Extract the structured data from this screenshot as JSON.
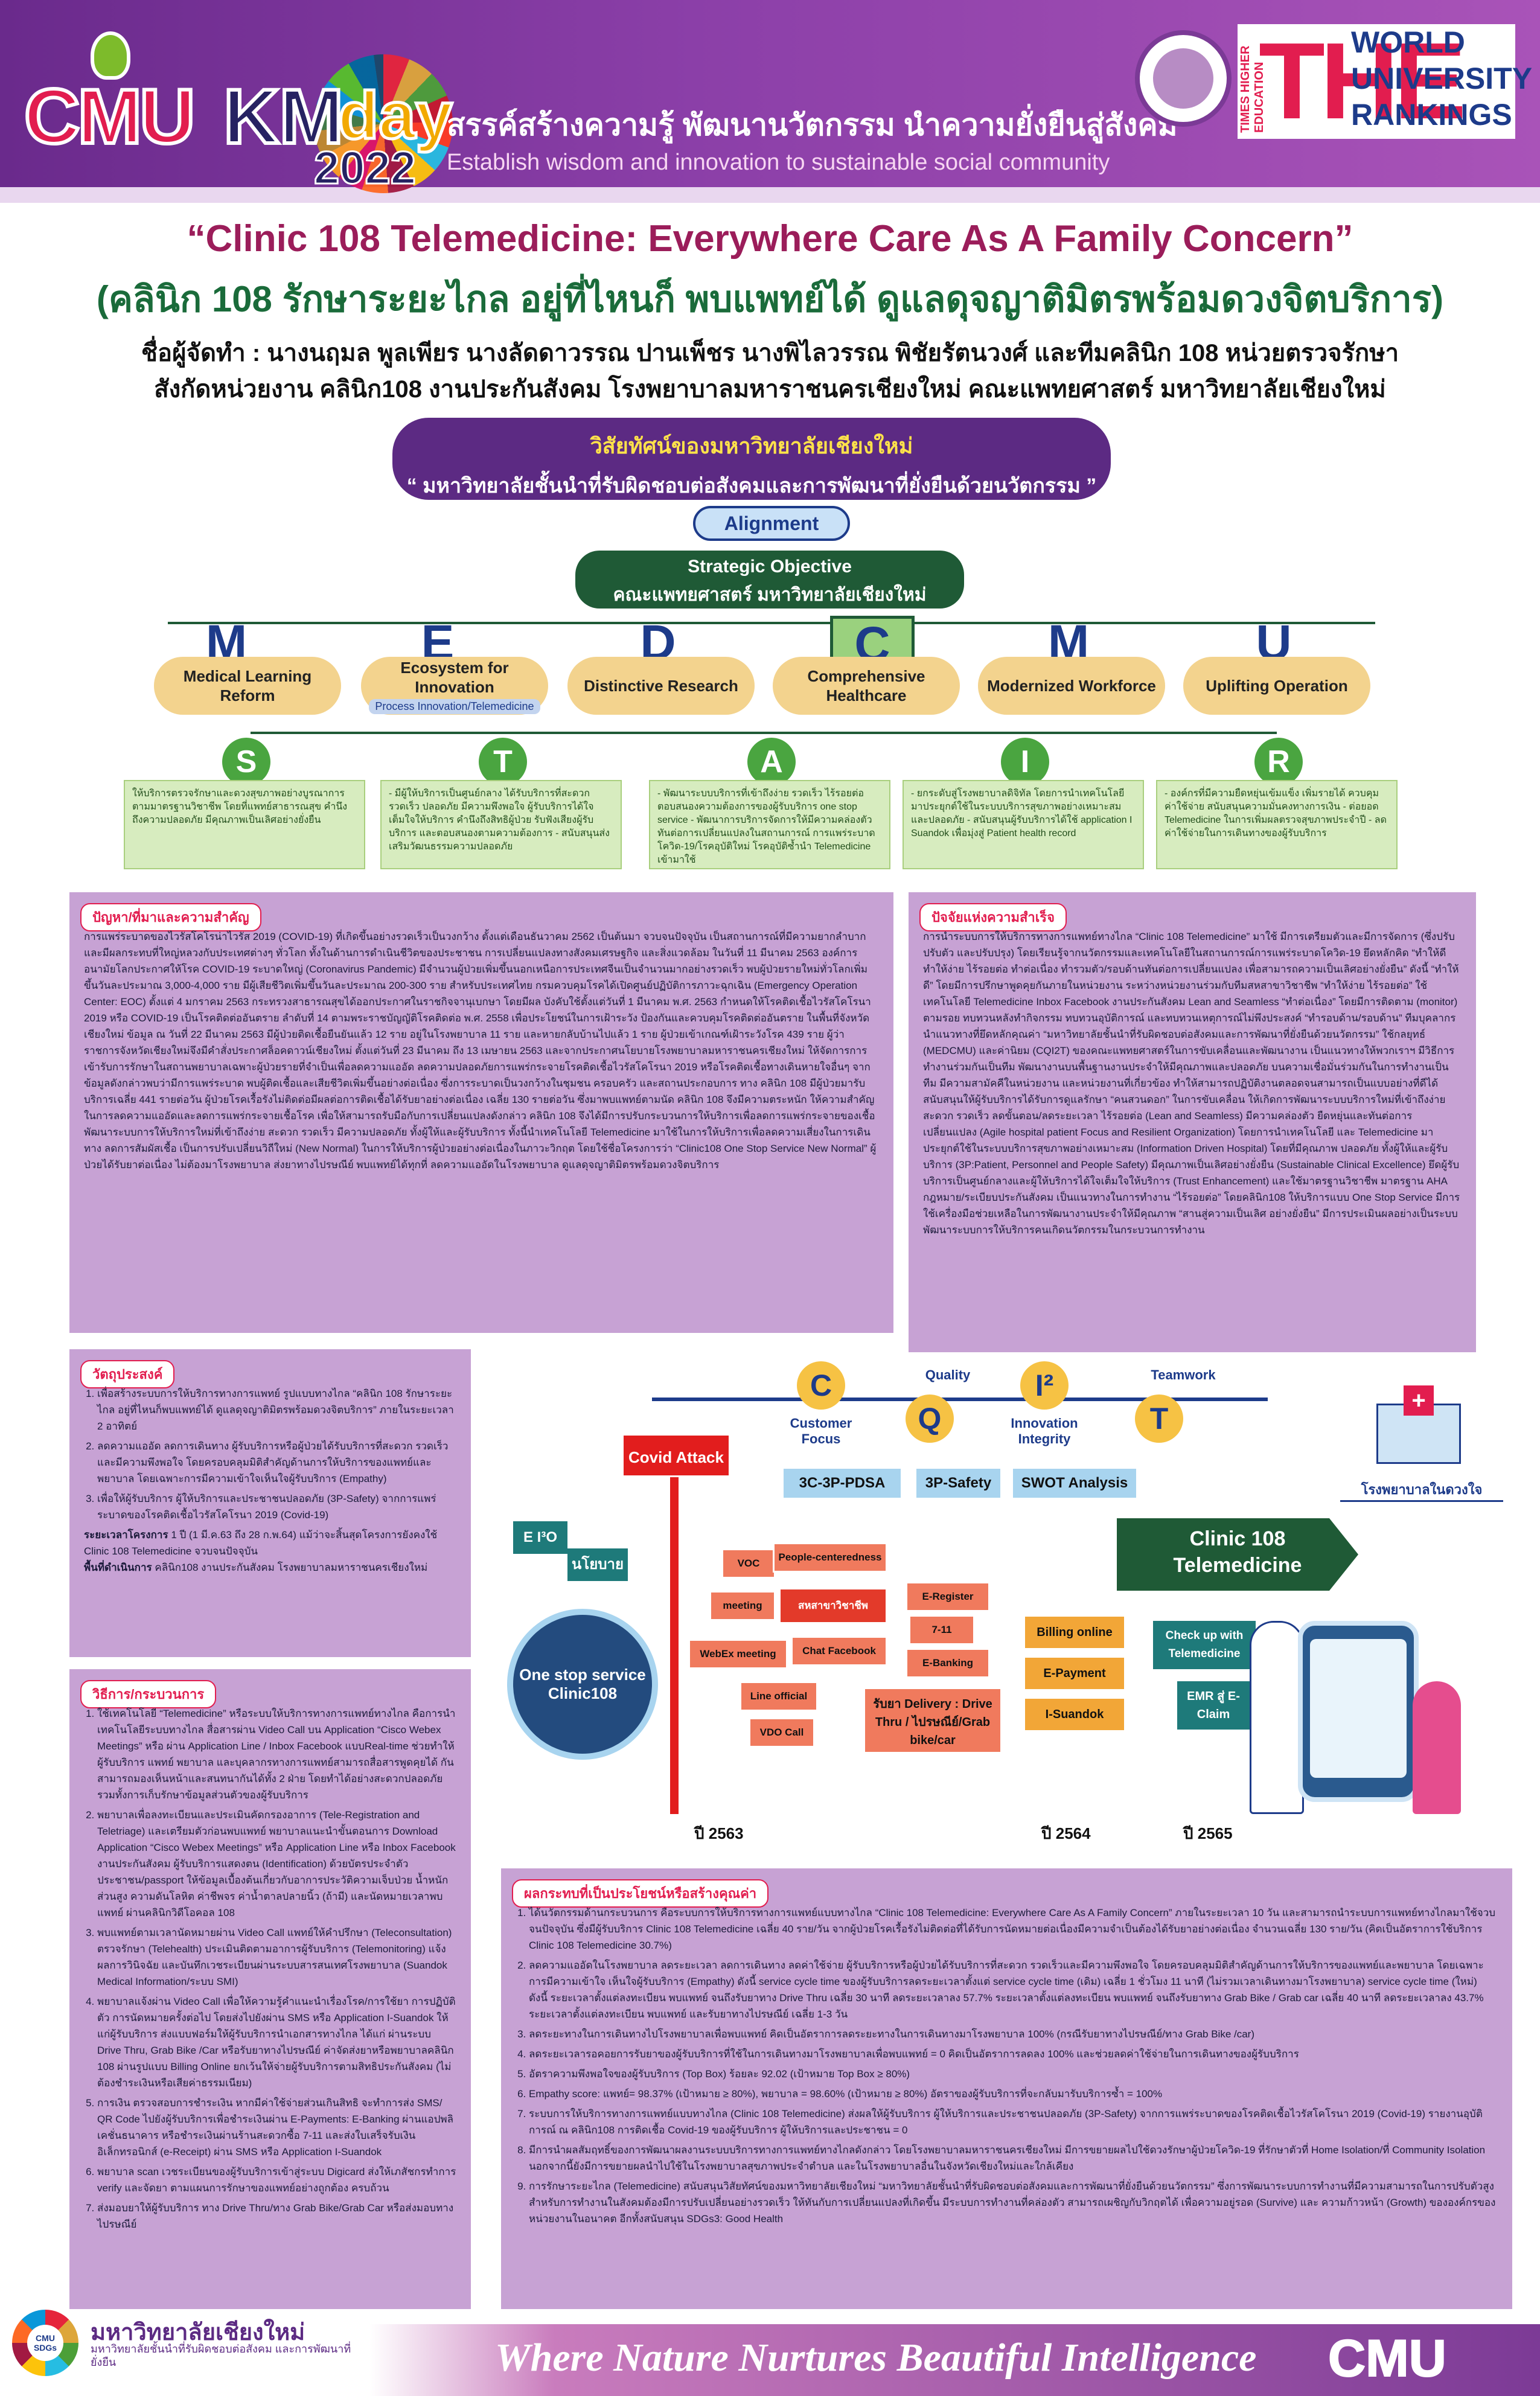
{
  "header": {
    "logo_cmu": "CMU",
    "logo_km": "KM",
    "logo_day": "day",
    "logo_year": "2022",
    "tagline_th": "สรรค์สร้างความรู้ พัฒนานวัตกรรม นำความยั่งยืนสู่สังคม",
    "tagline_en": "Establish wisdom and innovation to sustainable social community",
    "the_letters": "THE",
    "the_side": "TIMES HIGHER EDUCATION",
    "the_rank": [
      "WORLD",
      "UNIVERSITY",
      "RANKINGS"
    ]
  },
  "title": {
    "en": "“Clinic 108 Telemedicine: Everywhere Care As A Family Concern”",
    "th": "(คลินิก 108 รักษาระยะไกล อยู่ที่ไหนก็ พบแพทย์ได้ ดูแลดุจญาติมิตรพร้อมดวงจิตบริการ)",
    "authors": "ชื่อผู้จัดทำ : นางนฤมล พูลเพียร นางลัดดาวรรณ ปานเพ็ชร นางพิไลวรรณ พิชัยรัตนวงศ์ และทีมคลินิก 108 หน่วยตรวจรักษา",
    "affiliation": "สังกัดหน่วยงาน คลินิก108 งานประกันสังคม โรงพยาบาลมหาราชนครเชียงใหม่ คณะแพทยศาสตร์ มหาวิทยาลัยเชียงใหม่"
  },
  "vision": {
    "title": "วิสัยทัศน์ของมหาวิทยาลัยเชียงใหม่",
    "text": "“ มหาวิทยาลัยชั้นนำที่รับผิดชอบต่อสังคมและการพัฒนาที่ยั่งยืนด้วยนวัตกรรม ”"
  },
  "alignment": "Alignment",
  "strategic": {
    "line1": "Strategic Objective",
    "line2": "คณะแพทยศาสตร์ มหาวิทยาลัยเชียงใหม่"
  },
  "medcmu": [
    {
      "letter": "M",
      "label": "Medical  Learning Reform",
      "sub": ""
    },
    {
      "letter": "E",
      "label": "Ecosystem for Innovation",
      "sub": "Process Innovation/Telemedicine"
    },
    {
      "letter": "D",
      "label": "Distinctive Research",
      "sub": ""
    },
    {
      "letter": "C",
      "label": "Comprehensive Healthcare",
      "sub": ""
    },
    {
      "letter": "M",
      "label": "Modernized Workforce",
      "sub": ""
    },
    {
      "letter": "U",
      "label": "Uplifting Operation",
      "sub": ""
    }
  ],
  "stair": [
    {
      "letter": "S",
      "text": "ให้บริการตรวจรักษาและดวงสุขภาพอย่างบูรณาการ ตามมาตรฐานวิชาชีพ โดยที่แพทย์สาธารณสุข คำนึงถึงความปลอดภัย มีคุณภาพเป็นเลิศอย่างยั่งยืน"
    },
    {
      "letter": "T",
      "text": "- มีผู้ให้บริการเป็นศูนย์กลาง ได้รับบริการที่สะดวก รวดเร็ว ปลอดภัย มีความพึงพอใจ ผู้รับบริการได้ใจเต็มใจให้บริการ คำนึงถึงสิทธิผู้ป่วย รับฟังเสียงผู้รับบริการ และตอบสนองตามความต้องการ - สนับสนุนส่งเสริมวัฒนธรรมความปลอดภัย"
    },
    {
      "letter": "A",
      "text": "- พัฒนาระบบบริการที่เข้าถึงง่าย รวดเร็ว ไร้รอยต่อ ตอบสนองความต้องการของผู้รับบริการ one stop service - พัฒนาการบริการจัดการให้มีความคล่องตัวทันต่อการเปลี่ยนแปลงในสถานการณ์ การแพร่ระบาดโควิด-19/โรคอุบัติใหม่ โรคอุบัติซ้ำนำ Telemedicine เข้ามาใช้"
    },
    {
      "letter": "I",
      "text": "- ยกระดับสู่โรงพยาบาลดิจิทัล โดยการนำเทคโนโลยีมาประยุกต์ใช้ในระบบบริการสุขภาพอย่างเหมาะสม และปลอดภัย - สนับสนุนผู้รับบริการได้ใช้ application I Suandok เพื่อมุ่งสู่ Patient health record"
    },
    {
      "letter": "R",
      "text": "- องค์กรที่มีความยืดหยุ่นเข้มแข็ง เพิ่มรายได้ ควบคุมค่าใช้จ่าย สนับสนุนความมั่นคงทางการเงิน - ต่อยอด Telemedicine ในการเพิ่มผลตรวจสุขภาพประจำปี - ลดค่าใช้จ่ายในการเดินทางของผู้รับบริการ"
    }
  ],
  "sections": {
    "background": {
      "label": "ปัญหา/ที่มาและความสำคัญ",
      "text": "การแพร่ระบาดของไวรัสโคโรน่าไวรัส 2019 (COVID-19) ที่เกิดขึ้นอย่างรวดเร็วเป็นวงกว้าง ตั้งแต่เดือนธันวาคม 2562 เป็นต้นมา จวบจนปัจจุบัน เป็นสถานการณ์ที่มีความยากลำบากและมีผลกระทบที่ใหญ่หลวงกับประเทศต่างๆ ทั่วโลก ทั้งในด้านการดำเนินชีวิตของประชาชน การเปลี่ยนแปลงทางสังคมเศรษฐกิจ และสิ่งแวดล้อม ในวันที่ 11 มีนาคม 2563 องค์การอนามัยโลกประกาศให้โรค COVID-19 ระบาดใหญ่ (Coronavirus Pandemic) มีจำนวนผู้ป่วยเพิ่มขึ้นนอกเหนือการประเทศจีนเป็นจำนวนมากอย่างรวดเร็ว พบผู้ป่วยรายใหม่ทั่วโลกเพิ่มขึ้นวันละประมาณ 3,000-4,000 ราย มีผู้เสียชีวิตเพิ่มขึ้นวันละประมาณ 200-300 ราย สำหรับประเทศไทย กรมควบคุมโรคได้เปิดศูนย์ปฏิบัติการภาวะฉุกเฉิน (Emergency Operation Center: EOC) ตั้งแต่ 4 มกราคม 2563 กระทรวงสาธารณสุขได้ออกประกาศในราชกิจจานุเบกษา โดยมีผล บังคับใช้ตั้งแต่วันที่ 1 มีนาคม พ.ศ. 2563 กำหนดให้โรคติดเชื้อไวรัสโคโรนา 2019 หรือ COVID-19 เป็นโรคติดต่ออันตราย ลำดับที่ 14 ตามพระราชบัญญัติโรคติดต่อ พ.ศ. 2558 เพื่อประโยชน์ในการเฝ้าระวัง ป้องกันและควบคุมโรคติดต่ออันตราย ในพื้นที่จังหวัดเชียงใหม่ ข้อมูล ณ วันที่ 22 มีนาคม 2563 มีผู้ป่วยติดเชื้อยืนยันแล้ว 12 ราย อยู่ในโรงพยาบาล 11 ราย และหายกลับบ้านไปแล้ว 1 ราย ผู้ป่วยเข้าเกณฑ์เฝ้าระวังโรค 439 ราย ผู้ว่าราชการจังหวัดเชียงใหม่จึงมีคำสั่งประกาศล็อคดาวน์เชียงใหม่ ตั้งแต่วันที่ 23 มีนาคม ถึง 13 เมษายน 2563 และจากประกาศนโยบายโรงพยาบาลมหาราชนครเชียงใหม่ ให้จัดการการเข้ารับการรักษาในสถานพยาบาลเฉพาะผู้ป่วยรายที่จำเป็นเพื่อลดความแออัด ลดความปลอดภัยการแพร่กระจายโรคติดเชื้อไวรัสโคโรนา 2019 หรือโรคติดเชื้อทางเดินหายใจอื่นๆ จากข้อมูลดังกล่าวพบว่ามีการแพร่ระบาด พบผู้ติดเชื้อและเสียชีวิตเพิ่มขึ้นอย่างต่อเนื่อง ซึ่งการระบาดเป็นวงกว้างในชุมชน ครอบครัว และสถานประกอบการ ทาง คลินิก 108 มีผู้ป่วยมารับบริการเฉลี่ย 441 รายต่อวัน ผู้ป่วยโรคเรื้อรังไม่ติดต่อมีผลต่อการติดเชื้อได้รับยาอย่างต่อเนื่อง เฉลี่ย 130 รายต่อวัน ซึ่งมาพบแพทย์ตามนัด คลินิก 108 จึงมีความตระหนัก ให้ความสำคัญในการลดความแออัดและลดการแพร่กระจายเชื้อโรค เพื่อให้สามารถรับมือกับการเปลี่ยนแปลงดังกล่าว คลินิก 108 จึงได้มีการปรับกระบวนการให้บริการเพื่อลดการแพร่กระจายของเชื้อ พัฒนาระบบการให้บริการใหม่ที่เข้าถึงง่าย สะดวก รวดเร็ว มีความปลอดภัย ทั้งผู้ให้และผู้รับบริการ ทั้งนี้นำเทคโนโลยี Telemedicine มาใช้ในการให้บริการเพื่อลดความเสี่ยงในการเดินทาง ลดการสัมผัสเชื้อ เป็นการปรับเปลี่ยนวิถีใหม่ (New Normal) ในการให้บริการผู้ป่วยอย่างต่อเนื่องในภาวะวิกฤต โดยใช้ชื่อโครงการว่า “Clinic108 One Stop Service New Normal” ผู้ป่วยได้รับยาต่อเนื่อง ไม่ต้องมาโรงพยาบาล ส่งยาทางไปรษณีย์ พบแพทย์ได้ทุกที่ ลดความแออัดในโรงพยาบาล ดูแลดุจญาติมิตรพร้อมดวงจิตบริการ"
    },
    "success": {
      "label": "ปัจจัยแห่งความสำเร็จ",
      "text": "การนำระบบการให้บริการทางการแพทย์ทางไกล “Clinic 108 Telemedicine” มาใช้ มีการเตรียมตัวและมีการจัดการ (ซึ่งปรับ ปรับตัว และปรับปรุง) โดยเรียนรู้จากนวัตกรรมและเทคโนโลยีในสถานการณ์การแพร่ระบาดโควิด-19 ยึดหลักคิด “ทำให้ดี ทำให้ง่าย ไร้รอยต่อ ทำต่อเนื่อง ทำรวมตัว/รอบด้านทันต่อการเปลี่ยนแปลง เพื่อสามารถความเป็นเลิศอย่างยั่งยืน” ดังนี้ “ทำให้ดี” โดยมีการปรึกษาพูดคุยกันภายในหน่วยงาน ระหว่างหน่วยงานร่วมกับทีมสหสาขาวิชาชีพ “ทำให้ง่าย ไร้รอยต่อ” ใช้เทคโนโลยี Telemedicine Inbox Facebook งานประกันสังคม Lean and Seamless “ทำต่อเนื่อง” โดยมีการติดตาม (monitor) ตามรอย ทบทวนหลังทำกิจกรรม ทบทวนอุบัติการณ์ และทบทวนเหตุการณ์ไม่พึงประสงค์ “ทำรอบด้าน/รอบด้าน” ทีมบุคลากรนำแนวทางที่ยึดหลักคุณค่า “มหาวิทยาลัยชั้นนำที่รับผิดชอบต่อสังคมและการพัฒนาที่ยั่งยืนด้วยนวัตกรรม” ใช้กลยุทธ์ (MEDCMU) และค่านิยม (CQI2T) ของคณะแพทยศาสตร์ในการขับเคลื่อนและพัฒนางาน เป็นแนวทางให้พวกเราฯ มีวิธีการทำงานร่วมกันเป็นทีม พัฒนางานบนพื้นฐานงานประจำให้มีคุณภาพและปลอดภัย บนความเชื่อมั่นร่วมกันในการทำงานเป็นทีม มีความสามัคคีในหน่วยงาน และหน่วยงานที่เกี่ยวข้อง ทำให้สามารถปฏิบัติงานตลอดจนสามารถเป็นแบบอย่างที่ดีได้ สนับสนุนให้ผู้รับบริการได้รับการดูแลรักษา “คนสวนดอก” ในการขับเคลื่อน ให้เกิดการพัฒนาระบบบริการใหม่ที่เข้าถึงง่าย สะดวก รวดเร็ว ลดขั้นตอน/ลดระยะเวลา ไร้รอยต่อ (Lean and Seamless) มีความคล่องตัว ยืดหยุ่นและทันต่อการเปลี่ยนแปลง (Agile hospital patient Focus and Resilient Organization) โดยการนำเทคโนโลยี และ Telemedicine มาประยุกต์ใช้ในระบบบริการสุขภาพอย่างเหมาะสม (Information Driven Hospital) โดยที่มีคุณภาพ ปลอดภัย ทั้งผู้ให้และผู้รับบริการ (3P:Patient, Personnel and People Safety) มีคุณภาพเป็นเลิศอย่างยั่งยืน (Sustainable Clinical Excellence) ยึดผู้รับบริการเป็นศูนย์กลางและผู้ให้บริการได้ใจเต็มใจให้บริการ (Trust Enhancement) และใช้มาตรฐานวิชาชีพ มาตรฐาน AHA กฎหมาย/ระเบียบประกันสังคม เป็นแนวทางในการทำงาน “ไร้รอยต่อ” โดยคลินิก108 ให้บริการแบบ One Stop Service มีการใช้เครื่องมือช่วยเหลือในการพัฒนางานประจำให้มีคุณภาพ “สานสู่ความเป็นเลิศ อย่างยั่งยืน” มีการประเมินผลอย่างเป็นระบบ พัฒนาระบบการให้บริการคนเกิดนวัตกรรมในกระบวนการทำงาน"
    },
    "objectives": {
      "label": "วัตถุประสงค์",
      "items": [
        "เพื่อสร้างระบบการให้บริการทางการแพทย์ รูปแบบทางไกล “คลินิก 108 รักษาระยะไกล อยู่ที่ไหนก็พบแพทย์ได้ ดูแลดุจญาติมิตรพร้อมดวงจิตบริการ” ภายในระยะเวลา 2 อาทิตย์",
        "ลดความแออัด ลดการเดินทาง ผู้รับบริการหรือผู้ป่วยได้รับบริการที่สะดวก รวดเร็ว และมีความพึงพอใจ โดยครอบคลุมมิติสำคัญด้านการให้บริการของแพทย์และพยาบาล โดยเฉพาะการมีความเข้าใจเห็นใจผู้รับบริการ (Empathy)",
        "เพื่อให้ผู้รับบริการ ผู้ให้บริการและประชาชนปลอดภัย (3P-Safety) จากการแพร่ระบาดของโรคติดเชื้อไวรัสโคโรนา 2019 (Covid-19)"
      ],
      "period_label": "ระยะเวลาโครงการ",
      "period": "1 ปี (1 มี.ค.63 ถึง 28 ก.พ.64) แม้ว่าจะสิ้นสุดโครงการยังคงใช้ Clinic 108 Telemedicine จวบจนปัจจุบัน",
      "area_label": "พื้นที่ดำเนินการ",
      "area": "คลินิก108 งานประกันสังคม โรงพยาบาลมหาราชนครเชียงใหม่"
    },
    "methods": {
      "label": "วิธีการ/กระบวนการ",
      "items": [
        "ใช้เทคโนโลยี “Telemedicine” หรือระบบให้บริการทางการแพทย์ทางไกล คือการนำเทคโนโลยีระบบทางไกล สื่อสารผ่าน Video Call บน Application “Cisco Webex Meetings” หรือ ผ่าน Application Line / Inbox Facebook แบบReal-time ช่วยทำให้ผู้รับบริการ แพทย์ พยาบาล และบุคลากรทางการแพทย์สามารถสื่อสารพูดคุยได้ กัน สามารถมองเห็นหน้าและสนทนากันได้ทั้ง 2 ฝ่าย โดยทำได้อย่างสะดวกปลอดภัย รวมทั้งการเก็บรักษาข้อมูลส่วนตัวของผู้รับบริการ",
        "พยาบาลเพื่อลงทะเบียนและประเมินคัดกรองอาการ (Tele-Registration and Teletriage) และเตรียมตัวก่อนพบแพทย์ พยาบาลแนะนำขั้นตอนการ Download Application “Cisco Webex Meetings” หรือ Application Line หรือ Inbox Facebook งานประกันสังคม ผู้รับบริการแสดงตน (Identification) ด้วยบัตรประจำตัวประชาชน/passport ให้ข้อมูลเบื้องต้นเกี่ยวกับอาการประวัติความเจ็บป่วย น้ำหนัก ส่วนสูง ความดันโลหิต ค่าชีพจร ค่าน้ำตาลปลายนิ้ว (ถ้ามี) และนัดหมายเวลาพบแพทย์ ผ่านคลินิกวิดีโอคอล 108",
        "พบแพทย์ตามเวลานัดหมายผ่าน Video Call แพทย์ให้คำปรึกษา (Teleconsultation) ตรวจรักษา (Telehealth) ประเมินติดตามอาการผู้รับบริการ (Telemonitoring) แจ้งผลการวินิจฉัย และบันทึกเวชระเบียนผ่านระบบสารสนเทศโรงพยาบาล (Suandok Medical Information/ระบบ SMI)",
        "พยาบาลแจ้งผ่าน Video Call เพื่อให้ความรู้คำแนะนำเรื่องโรค/การใช้ยา การปฏิบัติตัว การนัดหมายครั้งต่อไป โดยส่งไปยังผ่าน SMS หรือ Application I-Suandok ให้แก่ผู้รับบริการ ส่งแบบฟอร์มให้ผู้รับบริการนำเอกสารทางไกล ได้แก่ ผ่านระบบ Drive Thru, Grab Bike /Car หรือรับยาทางไปรษณีย์ ค่าจัดส่งยาหรือพยาบาลคลินิก 108 ผ่านรูปแบบ Billing Online ยกเว้นให้จ่ายผู้รับบริการตามสิทธิประกันสังคม (ไม่ต้องชำระเงินหรือเสียค่าธรรมเนียม)",
        "การเงิน ตรวจสอบการชำระเงิน หากมีค่าใช้จ่ายส่วนเกินสิทธิ จะทำการส่ง SMS/ QR Code ไปยังผู้รับบริการเพื่อชำระเงินผ่าน E-Payments: E-Banking ผ่านแอปพลิเคชั่นธนาคาร หรือชำระเงินผ่านร้านสะดวกซื้อ 7-11 และส่งใบเสร็จรับเงินอิเล็กทรอนิกส์ (e-Receipt) ผ่าน SMS หรือ Application I-Suandok",
        "พยาบาล scan เวชระเบียนของผู้รับบริการเข้าสู่ระบบ Digicard ส่งให้เภสัชกรทำการ verify และจัดยา ตามแผนการรักษาของแพทย์อย่างถูกต้อง ครบถ้วน",
        "ส่งมอบยาให้ผู้รับบริการ ทาง Drive Thru/ทาง Grab Bike/Grab Car หรือส่งมอบทางไปรษณีย์"
      ]
    },
    "results": {
      "label": "ผลกระทบที่เป็นประโยชน์หรือสร้างคุณค่า",
      "items": [
        "ได้นวัตกรรมด้านกระบวนการ คือระบบการให้บริการทางการแพทย์แบบทางไกล “Clinic 108 Telemedicine: Everywhere Care As A Family Concern” ภายในระยะเวลา 10 วัน และสามารถนำระบบการแพทย์ทางไกลมาใช้จวบจนปัจจุบัน ซึ่งมีผู้รับบริการ Clinic 108 Telemedicine เฉลี่ย 40 ราย/วัน จากผู้ป่วยโรคเรื้อรังไม่ติดต่อที่ได้รับการนัดหมายต่อเนื่องมีความจำเป็นต้องได้รับยาอย่างต่อเนื่อง จำนวนเฉลี่ย 130 ราย/วัน (คิดเป็นอัตราการใช้บริการ Clinic 108 Telemedicine 30.7%)",
        "ลดความแออัดในโรงพยาบาล ลดระยะเวลา ลดการเดินทาง ลดค่าใช้จ่าย ผู้รับบริการหรือผู้ป่วยได้รับบริการที่สะดวก รวดเร็วและมีความพึงพอใจ โดยครอบคลุมมิติสำคัญด้านการให้บริการของแพทย์และพยาบาล โดยเฉพาะการมีความเข้าใจ เห็นใจผู้รับบริการ (Empathy) ดังนี้ service cycle time ของผู้รับบริการลดระยะเวลาตั้งแต่ service cycle time (เดิม) เฉลี่ย 1 ชั่วโมง 11 นาที (ไม่รวมเวลาเดินทางมาโรงพยาบาล) service cycle time (ใหม่) ดังนี้ ระยะเวลาตั้งแต่ลงทะเบียน พบแพทย์ จนถึงรับยาทาง Drive Thru เฉลี่ย 30 นาที ลดระยะเวลาลง 57.7% ระยะเวลาตั้งแต่ลงทะเบียน พบแพทย์ จนถึงรับยาทาง Grab Bike / Grab car เฉลี่ย 40 นาที ลดระยะเวลาลง 43.7% ระยะเวลาตั้งแต่ลงทะเบียน พบแพทย์ และรับยาทางไปรษณีย์ เฉลี่ย 1-3 วัน",
        "ลดระยะทางในการเดินทางไปโรงพยาบาลเพื่อพบแพทย์ คิดเป็นอัตราการลดระยะทางในการเดินทางมาโรงพยาบาล 100% (กรณีรับยาทางไปรษณีย์/ทาง Grab Bike /car)",
        "ลดระยะเวลารอคอยการรับยาของผู้รับบริการที่ใช้ในการเดินทางมาโรงพยาบาลเพื่อพบแพทย์ = 0 คิดเป็นอัตราการลดลง 100% และช่วยลดค่าใช้จ่ายในการเดินทางของผู้รับบริการ",
        "อัตราความพึงพอใจของผู้รับบริการ (Top Box) ร้อยละ 92.02 (เป้าหมาย Top Box ≥ 80%)",
        "Empathy score: แพทย์= 98.37% (เป้าหมาย ≥ 80%), พยาบาล = 98.60% (เป้าหมาย ≥ 80%) อัตราของผู้รับบริการที่จะกลับมารับบริการซ้ำ = 100%",
        "ระบบการให้บริการทางการแพทย์แบบทางไกล (Clinic 108 Telemedicine) ส่งผลให้ผู้รับบริการ ผู้ให้บริการและประชาชนปลอดภัย (3P-Safety) จากการแพร่ระบาดของโรคติดเชื้อไวรัสโคโรนา 2019 (Covid-19) รายงานอุบัติการณ์ ณ คลินิก108 การติดเชื้อ Covid-19 ของผู้รับบริการ ผู้ให้บริการและประชาชน = 0",
        "มีการนำผลสัมฤทธิ์ของการพัฒนาผลงานระบบบริการทางการแพทย์ทางไกลดังกล่าว โดยโรงพยาบาลมหาราชนครเชียงใหม่ มีการขยายผลไปใช้ดวงรักษาผู้ป่วยโควิด-19 ที่รักษาตัวที่ Home Isolation/ที่ Community Isolation นอกจากนี้ยังมีการขยายผลนำไปใช้ในโรงพยาบาลสุขภาพประจำตำบล และในโรงพยาบาลอื่นในจังหวัดเชียงใหม่และใกล้เคียง",
        "การรักษาระยะไกล (Telemedicine) สนับสนุนวิสัยทัศน์ของมหาวิทยาลัยเชียงใหม่ “มหาวิทยาลัยชั้นนำที่รับผิดชอบต่อสังคมและการพัฒนาที่ยั่งยืนด้วยนวัตกรรม” ซึ่งการพัฒนาระบบการทำงานที่มีความสามารถในการปรับตัวสูง สำหรับการทำงานในสังคมต้องมีการปรับเปลี่ยนอย่างรวดเร็ว ให้ทันกับการเปลี่ยนแปลงที่เกิดขึ้น มีระบบการทำงานที่คล่องตัว สามารถเผชิญกับวิกฤตได้ เพื่อความอยู่รอด (Survive) และ ความก้าวหน้า (Growth) ขององค์กรของหน่วยงานในอนาคต อีกทั้งสนับสนุน SDGs3: Good Health"
      ]
    }
  },
  "diagram": {
    "values": [
      {
        "letter": "C",
        "label": "Customer Focus",
        "top": "Quality"
      },
      {
        "letter": "Q",
        "label": ""
      },
      {
        "letter": "I²",
        "label": "Innovation Integrity",
        "top": ""
      },
      {
        "letter": "T",
        "label": "",
        "top": "Teamwork"
      }
    ],
    "covid": "Covid Attack",
    "tools": [
      "3C-3P-PDSA",
      "3P-Safety",
      "SWOT Analysis"
    ],
    "ei3o": "E I³O",
    "policy": "นโยบาย",
    "boxes_left": [
      "VOC",
      "People-centeredness",
      "meeting",
      "สหสาขาวิชาชีพ",
      "WebEx meeting",
      "Chat Facebook",
      "Line official",
      "VDO Call"
    ],
    "boxes_right": [
      "E-Register",
      "7-11",
      "E-Banking"
    ],
    "delivery": "รับยา Delivery : Drive Thru / ไปรษณีย์/Grab bike/car",
    "billing": [
      "Billing online",
      "E-Payment",
      "I-Suandok"
    ],
    "checkup": "Check up with Telemedicine",
    "emr": "EMR สู่ E-Claim",
    "onestop_1": "One stop service",
    "onestop_2": "Clinic108",
    "clinic_1": "Clinic 108",
    "clinic_2": "Telemedicine",
    "hospital": "โรงพยาบาลในดวงใจ",
    "years": [
      "ปี 2563",
      "ปี 2564",
      "ปี 2565"
    ]
  },
  "footer": {
    "slogan": "Where Nature Nurtures Beautiful Intelligence",
    "cmu": "CMU",
    "sdgs": "CMU SDGs",
    "uni": "มหาวิทยาลัยเชียงใหม่",
    "uni_sub": "มหาวิทยาลัยชั้นนำที่รับผิดชอบต่อสังคม และการพัฒนาที่ยั่งยืน"
  }
}
